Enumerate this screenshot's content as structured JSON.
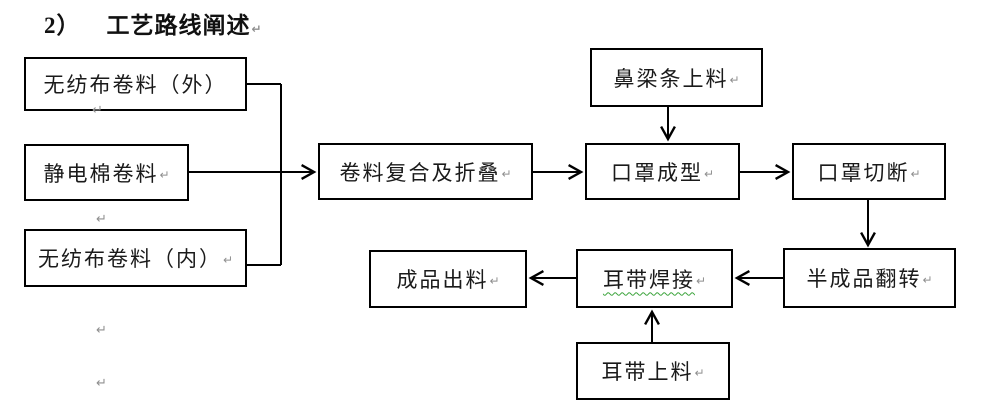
{
  "title": {
    "number": "2）",
    "text": "工艺路线阐述"
  },
  "marks": {
    "return_glyph": "↵"
  },
  "colors": {
    "line": "#000000",
    "box_border": "#000000",
    "box_fill": "#ffffff",
    "text": "#1a1a1a",
    "format_mark_gray": "#8f8f8f",
    "spellcheck_green": "#3aa33a"
  },
  "nodes": {
    "outer_nonwoven": {
      "label": "无纺布卷料（外）"
    },
    "electrostatic_cotton": {
      "label": "静电棉卷料"
    },
    "inner_nonwoven": {
      "label": "无纺布卷料（内）"
    },
    "compound_fold": {
      "label": "卷料复合及折叠"
    },
    "nose_strip_feed": {
      "label": "鼻梁条上料"
    },
    "mask_forming": {
      "label": "口罩成型"
    },
    "mask_cutting": {
      "label": "口罩切断"
    },
    "semi_product_flip": {
      "label": "半成品翻转"
    },
    "earloop_welding": {
      "label": "耳带焊接"
    },
    "earloop_feed": {
      "label": "耳带上料"
    },
    "product_output": {
      "label": "成品出料"
    }
  },
  "edges": [
    {
      "from": "outer_nonwoven",
      "to": "compound_fold"
    },
    {
      "from": "electrostatic_cotton",
      "to": "compound_fold"
    },
    {
      "from": "inner_nonwoven",
      "to": "compound_fold"
    },
    {
      "from": "compound_fold",
      "to": "mask_forming"
    },
    {
      "from": "nose_strip_feed",
      "to": "mask_forming"
    },
    {
      "from": "mask_forming",
      "to": "mask_cutting"
    },
    {
      "from": "mask_cutting",
      "to": "semi_product_flip"
    },
    {
      "from": "semi_product_flip",
      "to": "earloop_welding"
    },
    {
      "from": "earloop_feed",
      "to": "earloop_welding"
    },
    {
      "from": "earloop_welding",
      "to": "product_output"
    }
  ]
}
